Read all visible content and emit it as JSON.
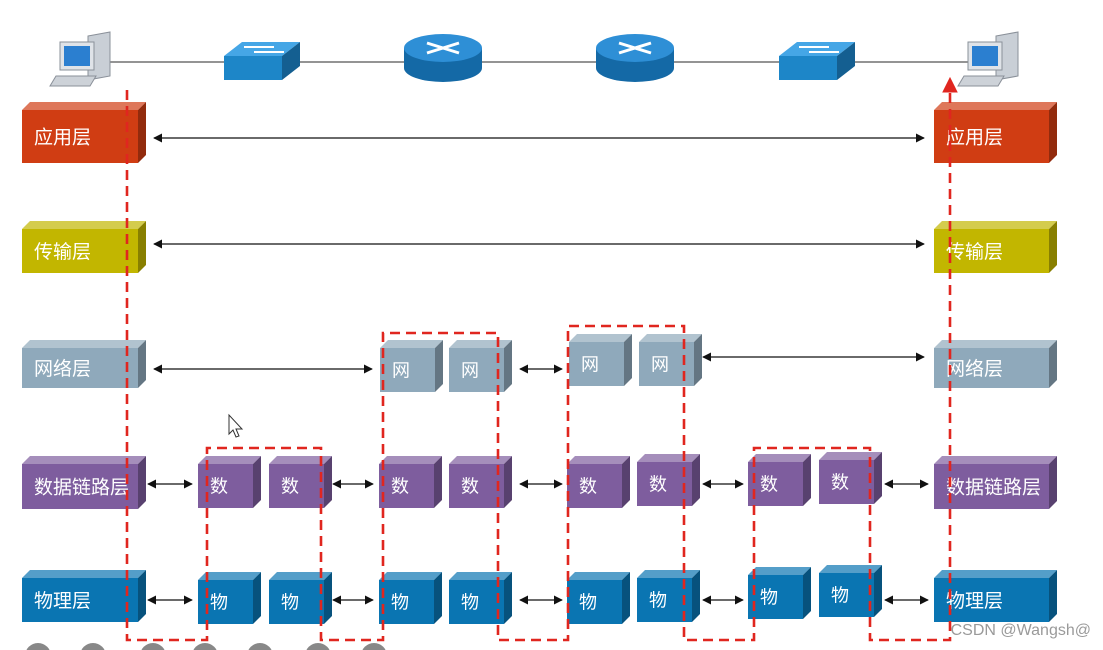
{
  "colors": {
    "application": "#d03d13",
    "transport": "#c2b600",
    "network": "#8fa9bb",
    "datalink": "#7e5d9e",
    "physical": "#0a75b2",
    "path": "#e0261f",
    "device": "#1d86c8"
  },
  "layers": {
    "application": {
      "label": "应用层"
    },
    "transport": {
      "label": "传输层"
    },
    "network": {
      "label": "网络层"
    },
    "datalink": {
      "label": "数据链路层"
    },
    "physical": {
      "label": "物理层"
    }
  },
  "chips": {
    "network": "网",
    "datalink": "数",
    "physical": "物"
  },
  "devices": [
    {
      "type": "computer",
      "icon": "computer-icon"
    },
    {
      "type": "switch",
      "icon": "switch-icon"
    },
    {
      "type": "router",
      "icon": "router-icon"
    },
    {
      "type": "router",
      "icon": "router-icon"
    },
    {
      "type": "switch",
      "icon": "switch-icon"
    },
    {
      "type": "computer",
      "icon": "computer-icon"
    }
  ],
  "watermark": "CSDN @Wangsh@"
}
